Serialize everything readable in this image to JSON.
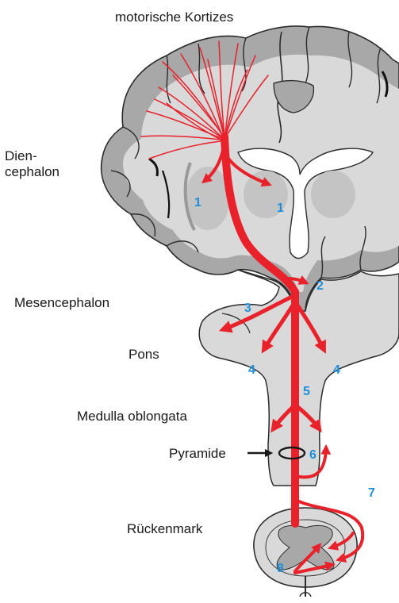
{
  "labels": {
    "motor_cortex": "motorische Kortizes",
    "diencephalon_line1": "Dien-",
    "diencephalon_line2": "cephalon",
    "mesencephalon": "Mesencephalon",
    "pons": "Pons",
    "medulla": "Medulla oblongata",
    "pyramide": "Pyramide",
    "spinal_cord": "Rückenmark"
  },
  "markers": {
    "m1a": "1",
    "m1b": "1",
    "m2": "2",
    "m3": "3",
    "m4a": "4",
    "m4b": "4",
    "m5": "5",
    "m6": "6",
    "m7": "7",
    "m8": "8"
  },
  "colors": {
    "tract": "#e8212a",
    "marker": "#1f8fd8",
    "gray_matter": "#a8a8a8",
    "white_matter": "#d9d9d9",
    "outline": "#2b2b2b"
  }
}
